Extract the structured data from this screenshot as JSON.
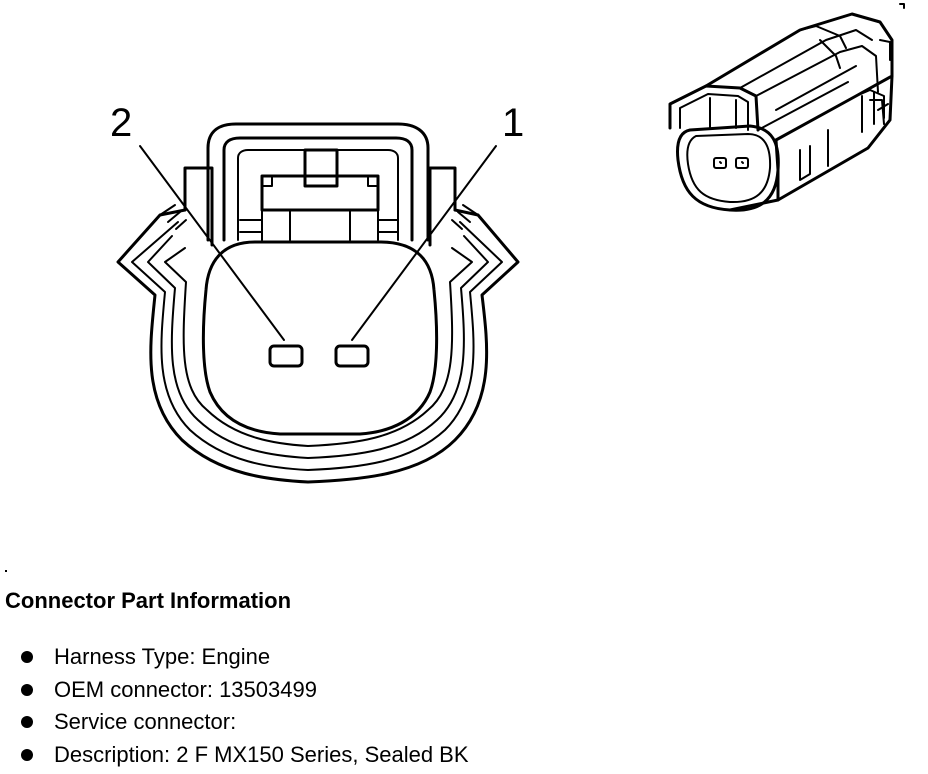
{
  "diagram": {
    "pin_labels": [
      {
        "pin": "2"
      },
      {
        "pin": "1"
      }
    ]
  },
  "info": {
    "title": "Connector Part Information",
    "items": [
      {
        "label": "Harness Type: Engine"
      },
      {
        "label": "OEM connector: 13503499"
      },
      {
        "label": "Service connector:"
      },
      {
        "label": "Description: 2 F MX150 Series, Sealed BK"
      }
    ]
  }
}
